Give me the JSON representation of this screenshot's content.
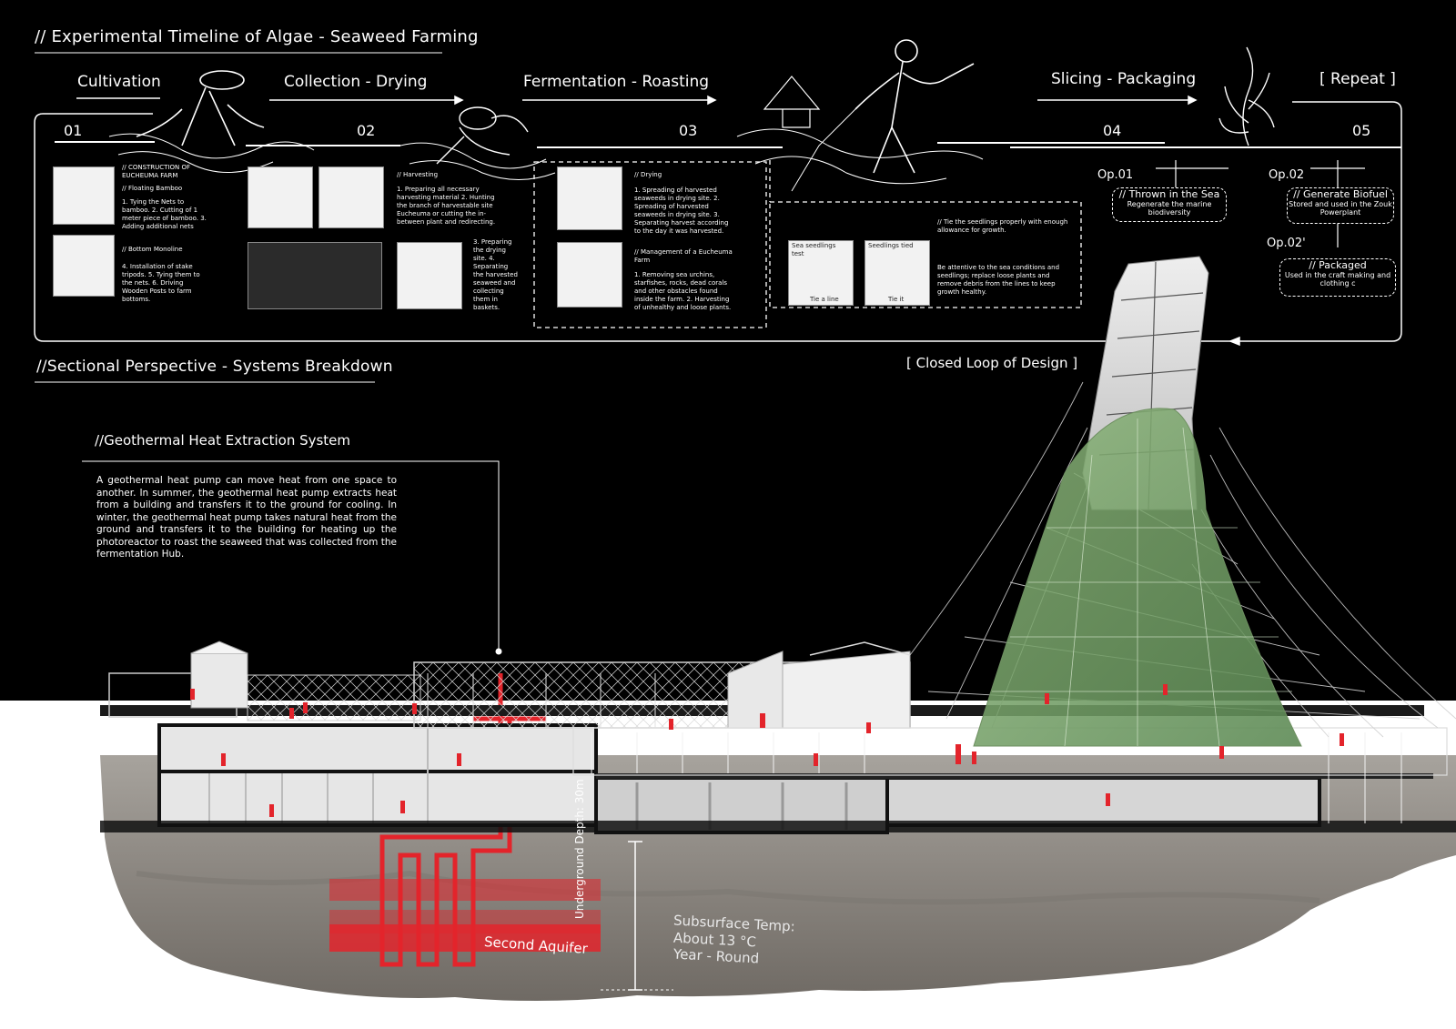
{
  "headers": {
    "timeline": "// Experimental Timeline of Algae - Seaweed Farming",
    "section": "//Sectional Perspective - Systems Breakdown",
    "geothermal": "//Geothermal Heat Extraction System"
  },
  "stages": [
    {
      "label": "Cultivation",
      "number": "01"
    },
    {
      "label": "Collection - Drying",
      "number": "02"
    },
    {
      "label": "Fermentation - Roasting",
      "number": "03"
    },
    {
      "label": "Slicing - Packaging",
      "number": "04"
    },
    {
      "label": "[ Repeat ]",
      "number": "05"
    }
  ],
  "notes": {
    "construction_title": "// CONSTRUCTION OF EUCHEUMA FARM",
    "floating_bamboo": "// Floating Bamboo",
    "floating_steps": "1. Tying the Nets to bamboo. 2. Cutting of 1 meter piece of bamboo. 3. Adding additional nets",
    "bottom_monoline": "// Bottom Monoline",
    "monoline_steps": "4. Installation of stake tripods. 5. Tying them to the nets. 6. Driving Wooden Posts to farm bottoms.",
    "harvesting_title": "// Harvesting",
    "harvesting_steps": "1. Preparing all necessary harvesting material 2. Hunting the branch of harvestable site Eucheuma or cutting the in-between plant and redirecting.",
    "harvest_vertical": "3. Preparing the drying site. 4. Separating the harvested seaweed and collecting them in baskets.",
    "drying_title": "// Drying",
    "drying_steps": "1. Spreading of harvested seaweeds in drying site. 2. Spreading of harvested seaweeds in drying site. 3. Separating harvest according to the day it was harvested.",
    "management_title": "// Management of a Eucheuma Farm",
    "management_steps": "1. Removing sea urchins, starfishes, rocks, dead corals and other obstacles found inside the farm. 2. Harvesting of unhealthy and loose plants.",
    "seedling_title": "// Tie the seedlings properly with enough allowance for growth.",
    "seedling_notes": "Be attentive to the sea conditions and seedlings; replace loose plants and remove debris from the lines to keep growth healthy.",
    "sketch_caption_1": "Sea seedlings test",
    "sketch_caption_2": "Seedlings tied",
    "sketch_bottom_1": "Tie a line",
    "sketch_bottom_2": "Tie it"
  },
  "options": [
    {
      "code": "Op.01",
      "title": "// Thrown in the Sea",
      "desc": "Regenerate the marine biodiversity"
    },
    {
      "code": "Op.02",
      "title": "// Generate Biofuel",
      "desc": "Stored and used in the Zouk Powerplant"
    },
    {
      "code": "Op.02'",
      "title": "// Packaged",
      "desc": "Used in the craft making and clothing c"
    }
  ],
  "closed_loop": "[ Closed Loop of Design ]",
  "geothermal_text": "A geothermal heat pump can move heat from one space to another. In summer, the geothermal heat pump extracts heat from a building and transfers it to the ground for cooling. In winter, the geothermal heat pump takes natural heat from the ground and transfers it to the building for heating up the photoreactor to roast the seaweed that was collected from the fermentation Hub.",
  "labels": {
    "depth": "Underground Depth: 30m",
    "aquifer": "Second Aquifer",
    "subsurface_1": "Subsurface Temp:",
    "subsurface_2": "About 13 °C",
    "subsurface_3": "Year - Round"
  },
  "colors": {
    "background": "#000000",
    "line": "#ffffff",
    "accent_red": "#e3242b",
    "facade_green": "#7fa66a",
    "ground": "#8e8a85",
    "building": "#dcdcdc"
  }
}
